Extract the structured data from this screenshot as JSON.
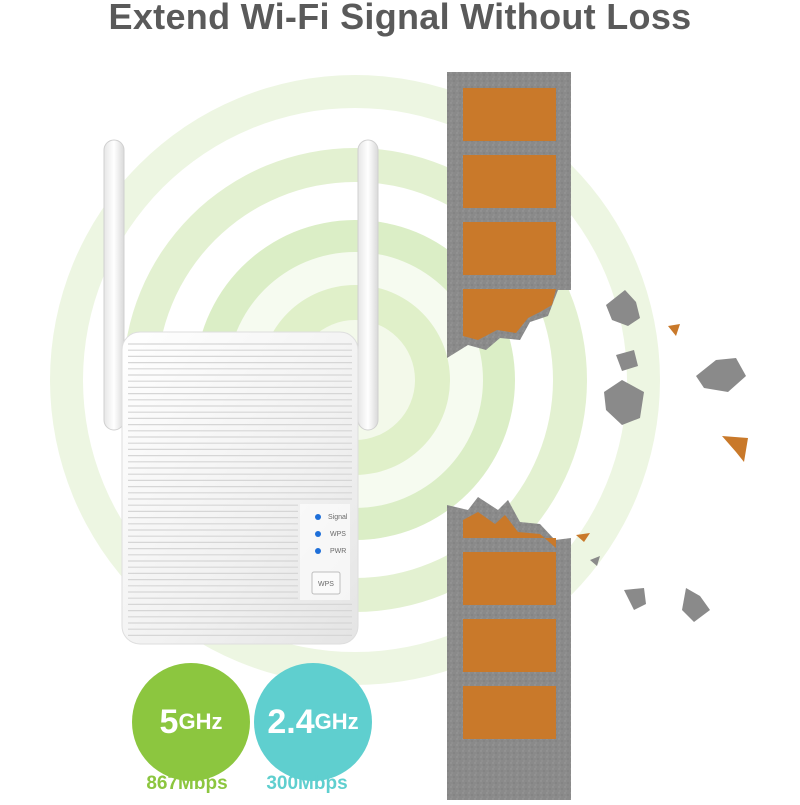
{
  "header": {
    "title": "Extend Wi-Fi Signal Without Loss"
  },
  "device": {
    "leds": [
      {
        "label": "Signal"
      },
      {
        "label": "WPS"
      },
      {
        "label": "PWR"
      }
    ],
    "wps_button_label": "WPS",
    "led_color": "#1e6fd9"
  },
  "bands": [
    {
      "big": "5",
      "small": "GHz",
      "speed": "867Mbps",
      "color": "#8cc63f"
    },
    {
      "big": "2.4",
      "small": "GHz",
      "speed": "300Mbps",
      "color": "#5fcfcf"
    }
  ],
  "colors": {
    "brick": "#c9792a",
    "mortar": "#8c8c8c",
    "signal_ring": "#dff0c8"
  }
}
